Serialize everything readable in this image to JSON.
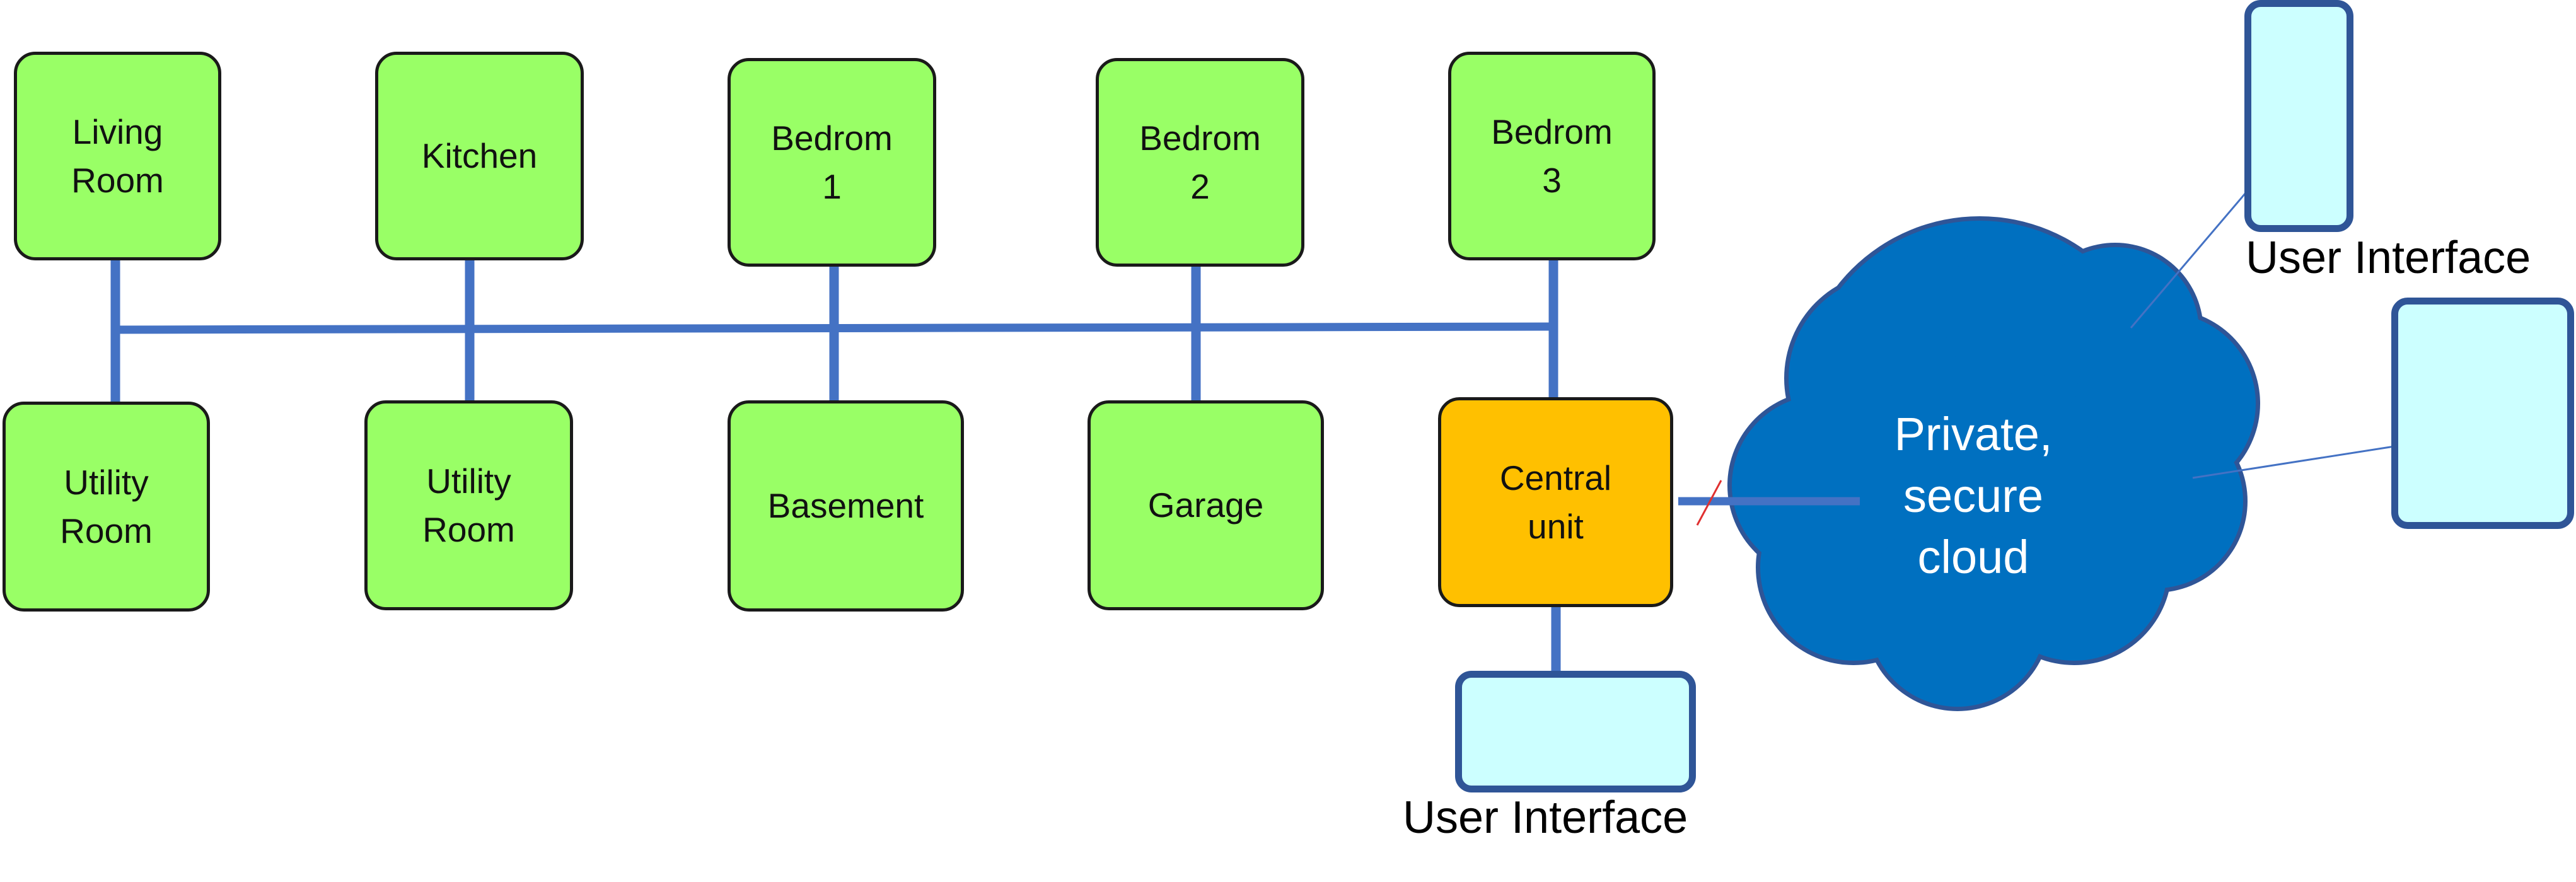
{
  "rooms": {
    "living_room": "Living\nRoom",
    "kitchen": "Kitchen",
    "bedroom_1": "Bedrom\n1",
    "bedroom_2": "Bedrom\n2",
    "bedroom_3": "Bedrom\n3",
    "utility_room_1": "Utility\nRoom",
    "utility_room_2": "Utility\nRoom",
    "basement": "Basement",
    "garage": "Garage"
  },
  "central_unit": "Central\nunit",
  "cloud": "Private,\nsecure\ncloud",
  "user_interfaces": {
    "top_right_label": "User Interface",
    "bottom_label": "User Interface"
  },
  "colors": {
    "room_fill": "#99ff66",
    "central_fill": "#ffc000",
    "bus_line": "#4472c4",
    "cloud_fill": "#0070c0",
    "cloud_outline": "#2f5597",
    "ui_fill": "#ccffff",
    "ui_border": "#2f5597",
    "cut_mark": "#e03030"
  }
}
